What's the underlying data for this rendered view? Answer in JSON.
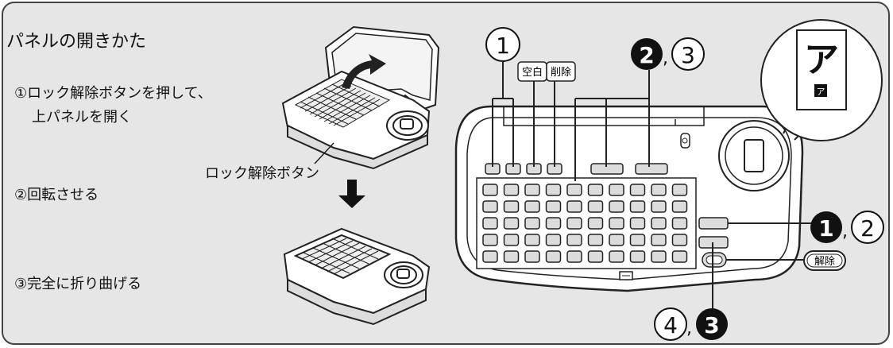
{
  "panel": {
    "title": "パネルの開きかた",
    "steps": [
      {
        "line1": "①ロック解除ボタンを押して、",
        "line2": "上パネルを開く"
      },
      {
        "line1": "②回転させる"
      },
      {
        "line1": "③完全に折り曲げる"
      }
    ],
    "lock_caption": "ロック解除ボタン"
  },
  "device": {
    "key_labels": {
      "blank": "空白",
      "delete": "削除",
      "release": "解除"
    },
    "callouts": {
      "top_left": "①",
      "top_mid_b": "❷",
      "top_mid_c": ",③",
      "right_a": "❶",
      "right_b": ",②",
      "bottom_a": "④,",
      "bottom_b": "❸"
    },
    "zoom_char": "ア",
    "zoom_small": "ア"
  },
  "colors": {
    "background": "#e6e6e6",
    "outline": "#222222",
    "key_fill": "#dcdcdc"
  }
}
